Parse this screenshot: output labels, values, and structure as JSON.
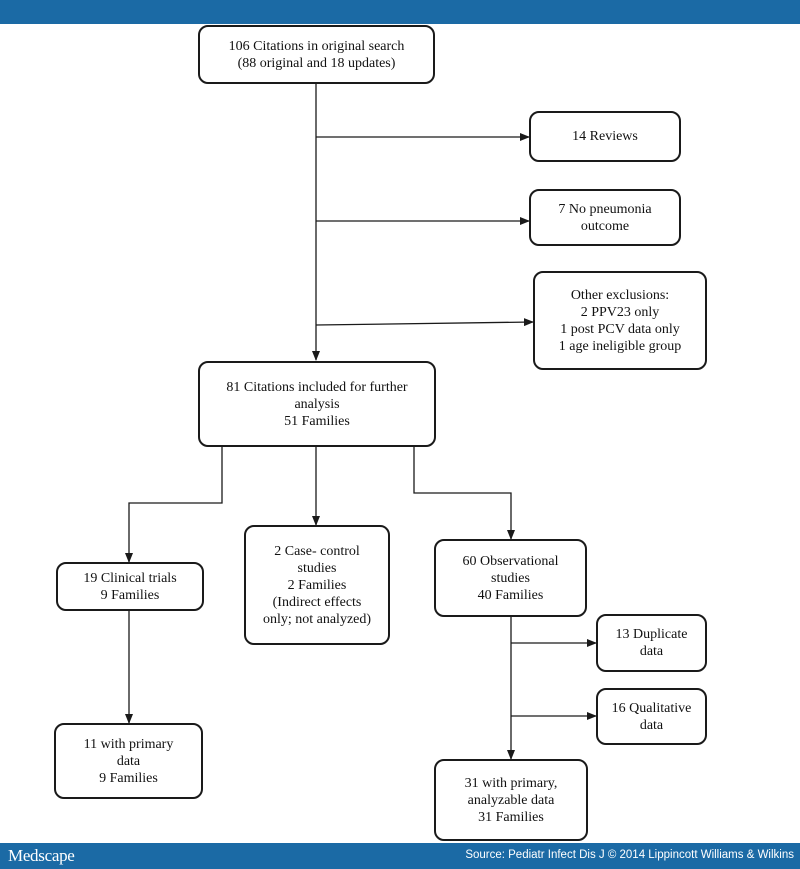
{
  "header": {
    "bar_color": "#1b6aa5"
  },
  "footer": {
    "logo": "Medscape",
    "source": "Source: Pediatr Infect Dis J © 2014 Lippincott Williams & Wilkins"
  },
  "nodes": {
    "original_search": [
      "106 Citations in original search",
      "(88 original and 18 updates)"
    ],
    "reviews": [
      "14 Reviews"
    ],
    "no_pneumonia": [
      "7 No pneumonia",
      "outcome"
    ],
    "other_exclusions": [
      "Other exclusions:",
      "2 PPV23 only",
      "1 post PCV data only",
      "1 age ineligible group"
    ],
    "included": [
      "81 Citations included for further",
      "analysis",
      "51 Families"
    ],
    "clinical_trials": [
      "19 Clinical trials",
      "9 Families"
    ],
    "case_control": [
      "2 Case- control",
      "studies",
      "2 Families",
      "(Indirect effects",
      "only; not analyzed)"
    ],
    "observational": [
      "60 Observational",
      "studies",
      "40 Families"
    ],
    "duplicate": [
      "13 Duplicate",
      "data"
    ],
    "qualitative": [
      "16 Qualitative",
      "data"
    ],
    "primary_trials": [
      "11 with primary",
      "data",
      "9 Families"
    ],
    "primary_obs": [
      "31 with primary,",
      "analyzable data",
      "31 Families"
    ]
  }
}
